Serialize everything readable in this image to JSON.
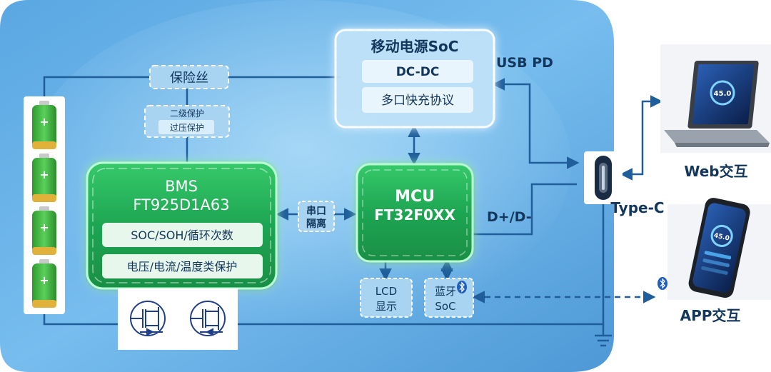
{
  "soc": {
    "title": "移动电源SoC",
    "dcdc": "DC-DC",
    "protocol": "多口快充协议"
  },
  "fuse": {
    "label": "保险丝"
  },
  "secondary": {
    "line1": "二级保护",
    "line2": "过压保护"
  },
  "bms": {
    "title": "BMS",
    "model": "FT925D1A63",
    "row1": "SOC/SOH/循环次数",
    "row2": "电压/电流/温度类保护"
  },
  "serial": {
    "line1": "串口",
    "line2": "隔离"
  },
  "mcu": {
    "title": "MCU",
    "model": "FT32F0XX"
  },
  "lcd": {
    "line1": "LCD",
    "line2": "显示"
  },
  "bt": {
    "line1": "蓝牙",
    "line2": "SoC"
  },
  "links": {
    "usbpd": "USB PD",
    "dpdm": "D+/D-"
  },
  "typec": {
    "label": "Type-C"
  },
  "web": {
    "label": "Web交互"
  },
  "app": {
    "label": "APP交互"
  },
  "laptop_screen": {
    "value": "45.0"
  },
  "phone_screen": {
    "value": "45.0"
  },
  "icons": [
    "battery-icon",
    "mosfet-icon",
    "bluetooth-icon",
    "ground-icon",
    "usb-c-port-icon",
    "laptop-icon",
    "smartphone-icon"
  ],
  "colors": {
    "panel": "#4f9fdc",
    "accent_green": "#1fbf5f",
    "line_blue": "#1f5e9a",
    "text_dark": "#12365c"
  }
}
